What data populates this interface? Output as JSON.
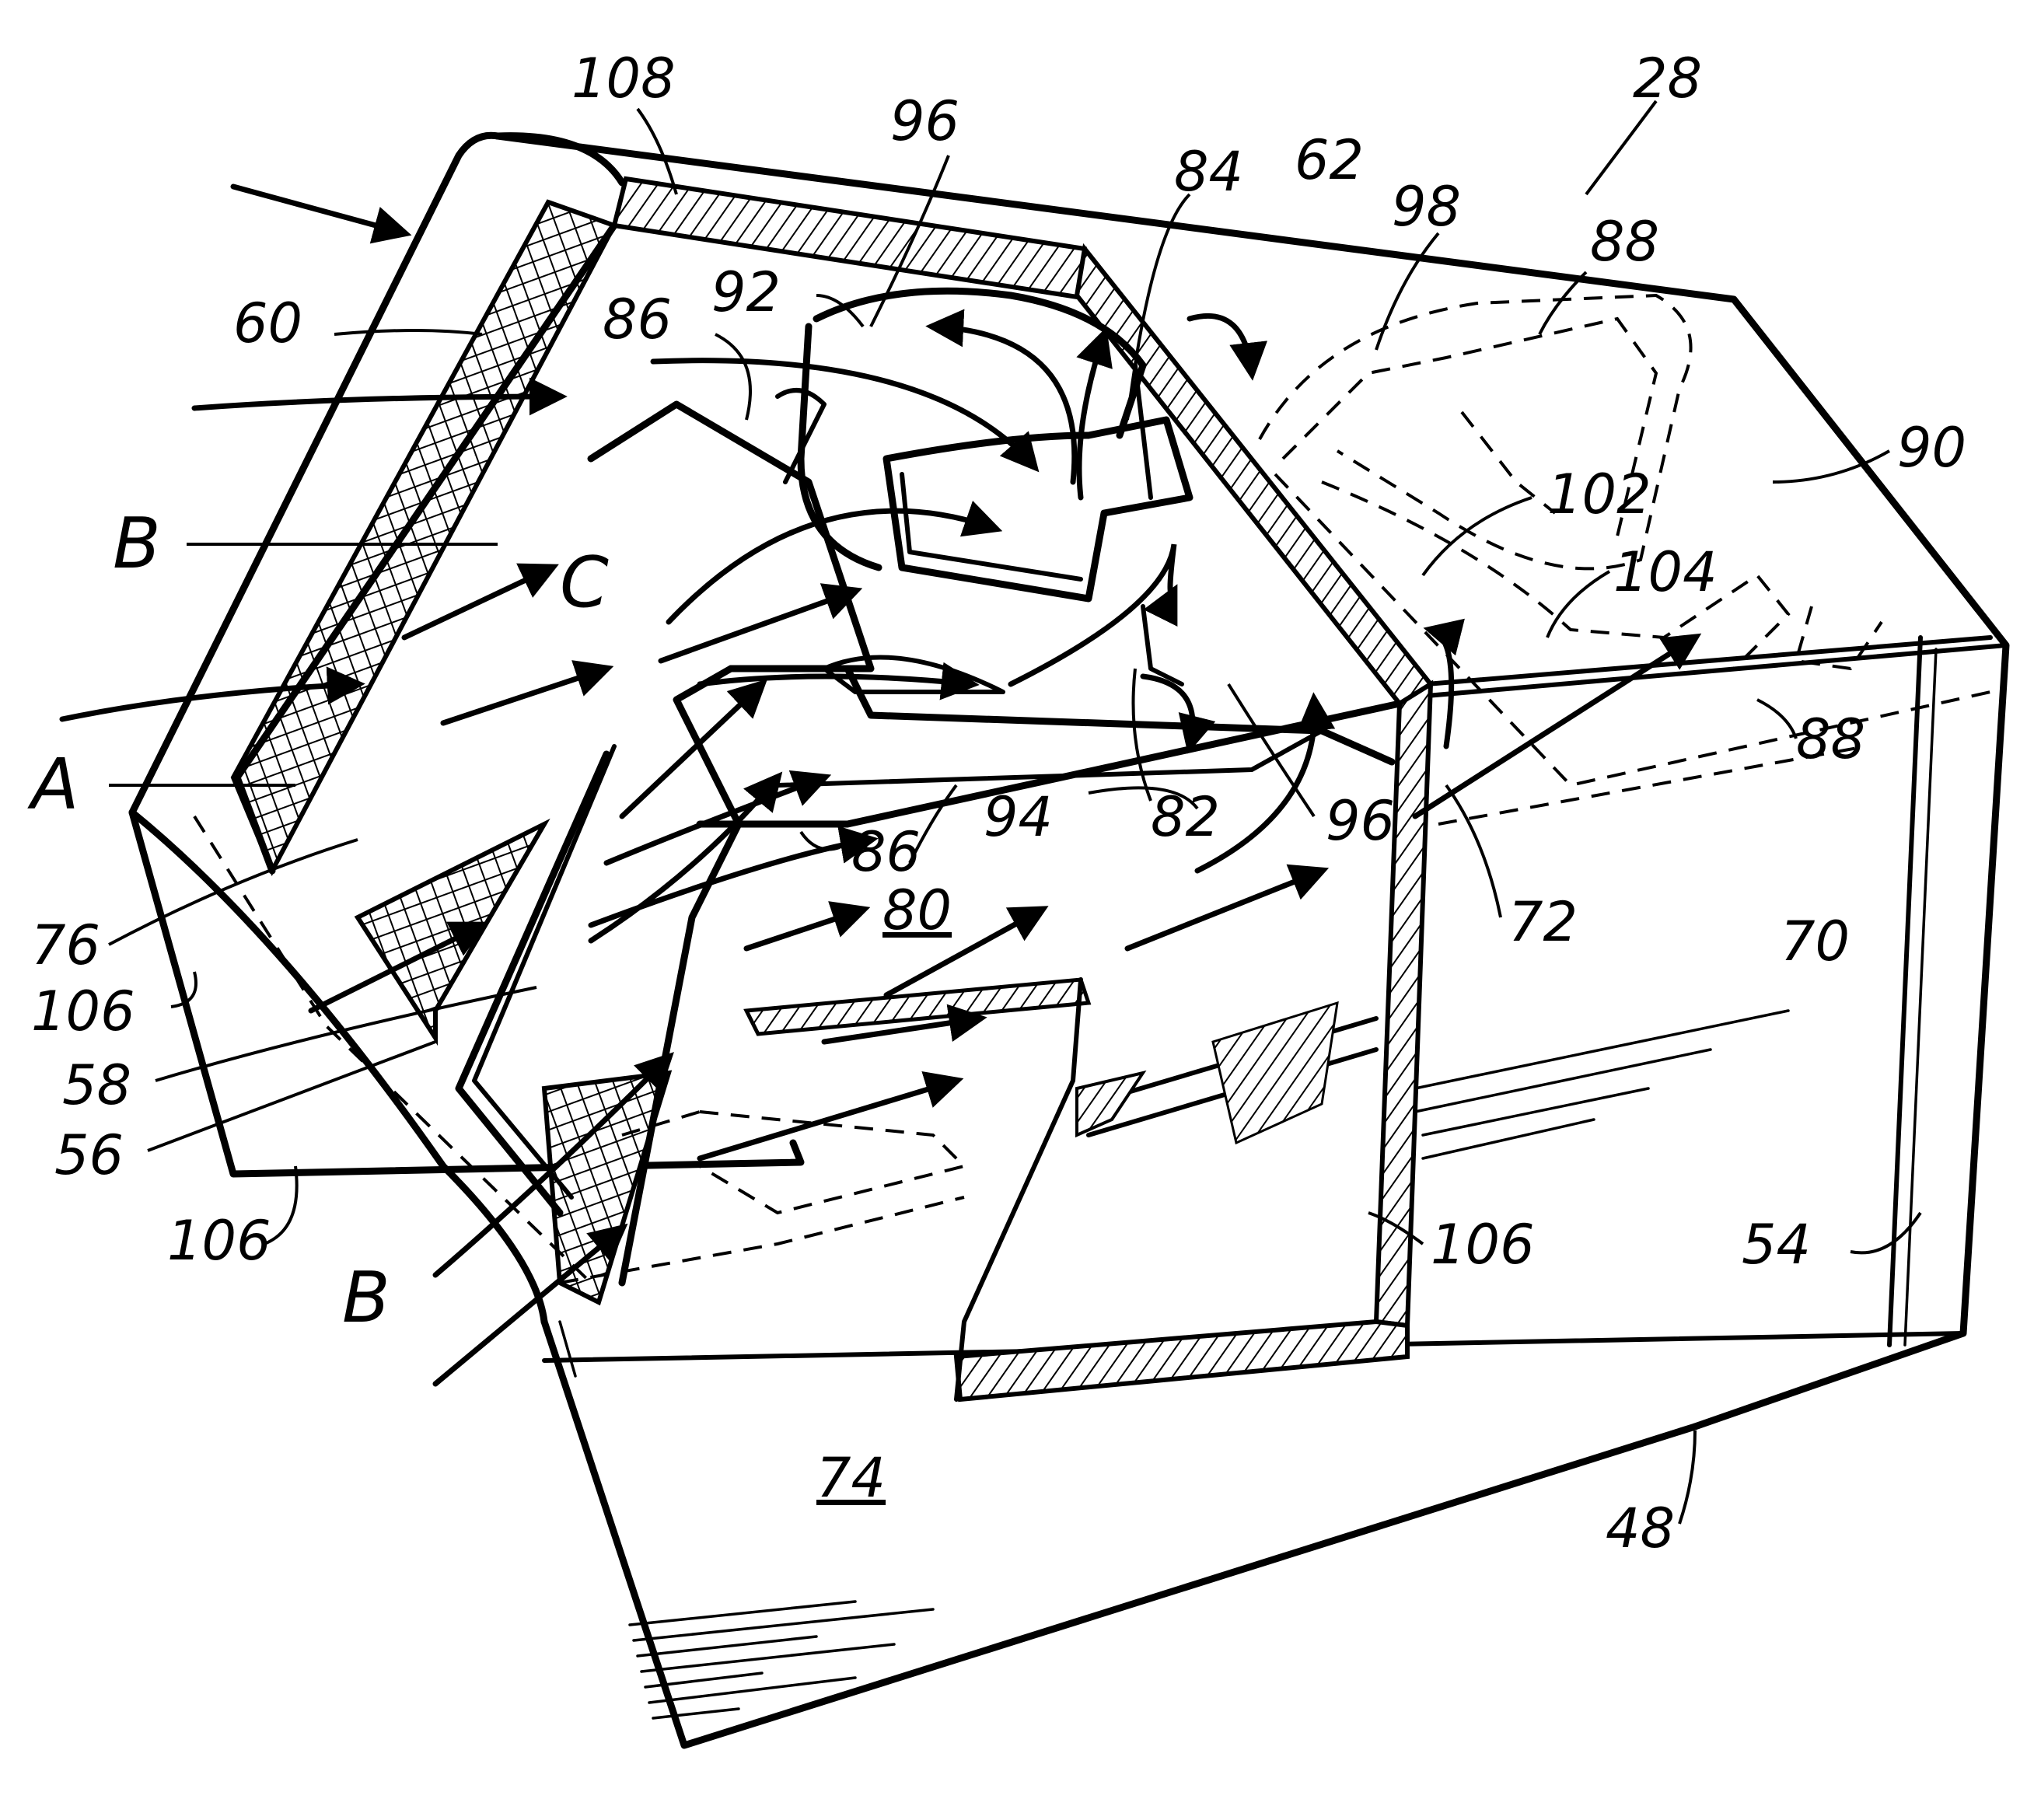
{
  "figure": {
    "reference_numerals": {
      "n28": "28",
      "n108": "108",
      "n96_top": "96",
      "n84": "84",
      "n62": "62",
      "n98": "98",
      "n88_top": "88",
      "n60": "60",
      "n92": "92",
      "n86_top": "86",
      "n90": "90",
      "n102": "102",
      "n104": "104",
      "n88_right": "88",
      "n94": "94",
      "n82": "82",
      "n96_mid": "96",
      "n86_mid": "86",
      "n80": "80",
      "n72": "72",
      "n70": "70",
      "n76": "76",
      "n106_left": "106",
      "n58": "58",
      "n56": "56",
      "n106_bottom": "106",
      "n106_right": "106",
      "n54": "54",
      "n74": "74",
      "n48": "48"
    },
    "flow_labels": {
      "b_upper": "B",
      "c": "C",
      "a": "A",
      "b_lower": "B"
    }
  }
}
